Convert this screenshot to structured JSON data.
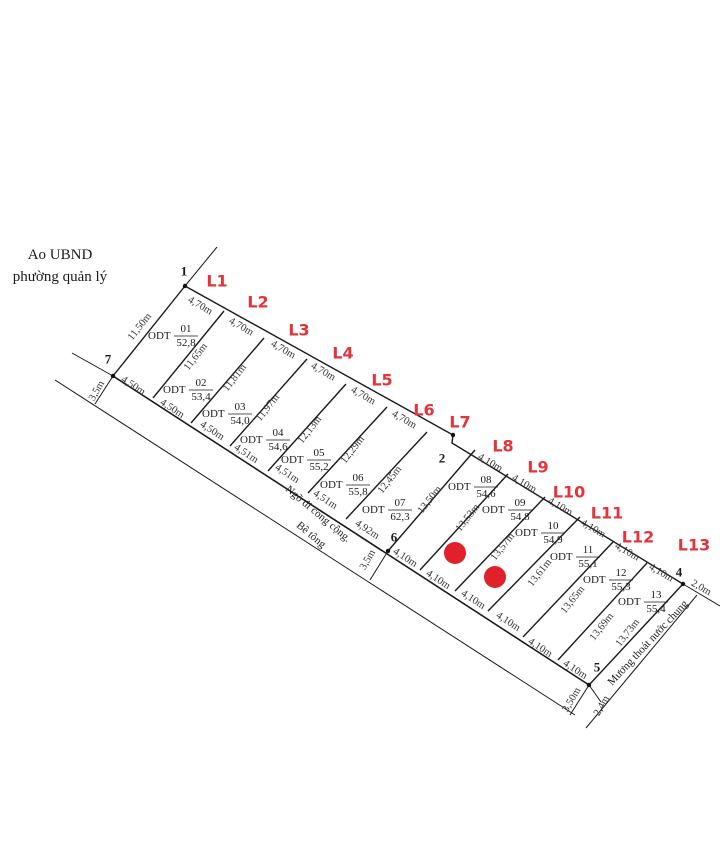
{
  "header": {
    "line1": "Ao UBND",
    "line2": "phường quản lý"
  },
  "points": {
    "p1": "1",
    "p7": "7",
    "p2": "2",
    "p6": "6",
    "p5": "5",
    "p4": "4"
  },
  "lot_labels": [
    "L1",
    "L2",
    "L3",
    "L4",
    "L5",
    "L6",
    "L7",
    "L8",
    "L9",
    "L10",
    "L11",
    "L12",
    "L13"
  ],
  "left_side_length": "11,50m",
  "plots": [
    {
      "code": "ODT",
      "number": "01",
      "area": "52,8",
      "front": "4,70m",
      "back": "4,50m",
      "side": "11,65m"
    },
    {
      "code": "ODT",
      "number": "02",
      "area": "53,4",
      "front": "4,70m",
      "back": "4,50m",
      "side": "11,81m"
    },
    {
      "code": "ODT",
      "number": "03",
      "area": "54,0",
      "front": "4,70m",
      "back": "4,50m",
      "side": "11,97m"
    },
    {
      "code": "ODT",
      "number": "04",
      "area": "54,6",
      "front": "4,70m",
      "back": "4,51m",
      "side": "12,13m"
    },
    {
      "code": "ODT",
      "number": "05",
      "area": "55,2",
      "front": "4,70m",
      "back": "4,51m",
      "side": "12,29m"
    },
    {
      "code": "ODT",
      "number": "06",
      "area": "55,8",
      "front": "4,70m",
      "back": "4,51m",
      "side": "12,45m"
    },
    {
      "code": "ODT",
      "number": "07",
      "area": "62,3",
      "back": "4,92m",
      "side": "13,50m"
    },
    {
      "code": "ODT",
      "number": "08",
      "area": "54,6",
      "front": "4,10m",
      "back": "4,10m",
      "side": "13,53m"
    },
    {
      "code": "ODT",
      "number": "09",
      "area": "54,8",
      "front": "4,10m",
      "back": "4,10m",
      "side": "13,57m"
    },
    {
      "code": "ODT",
      "number": "10",
      "area": "54,9",
      "front": "4,10m",
      "back": "4,10m",
      "side": "13,61m"
    },
    {
      "code": "ODT",
      "number": "11",
      "area": "55,1",
      "front": "4,10m",
      "back": "4,10m",
      "side": "13,65m"
    },
    {
      "code": "ODT",
      "number": "12",
      "area": "55,3",
      "front": "4,10m",
      "back": "4,10m",
      "side": "13,69m"
    },
    {
      "code": "ODT",
      "number": "13",
      "area": "55,4",
      "front": "4,10m",
      "back": "4,10m",
      "side": "13,73m"
    }
  ],
  "road": {
    "name": "Ngõ đi công cộng.",
    "surface": "Bê tông",
    "width_at_7": "3,5m",
    "width_at_6": "3,5m",
    "width_at_5": "3,50m"
  },
  "channel": {
    "name": "Mương thoát nước chung",
    "width_at_5": "2,4m",
    "width_at_4": "2,0m"
  },
  "markers": {
    "count": 2,
    "plots": [
      "09",
      "10"
    ]
  },
  "colors": {
    "lot_label": "#e2343a",
    "marker": "#e0202a",
    "line": "#1a1a1a"
  }
}
